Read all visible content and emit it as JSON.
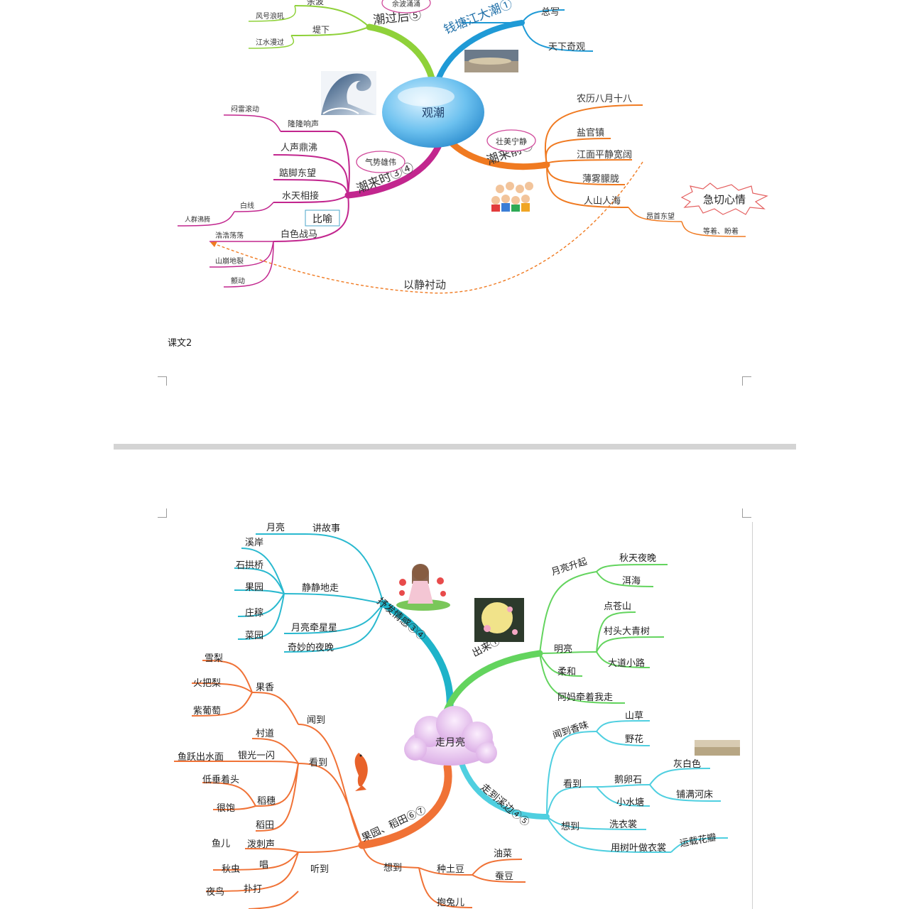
{
  "caption": "课文2",
  "map1": {
    "center": "观潮",
    "b1": {
      "label": "钱塘江大潮①",
      "leaves": [
        "总写",
        "天下奇观"
      ]
    },
    "b2": {
      "label": "潮来前②",
      "tag": "壮美宁静",
      "leaves": [
        "农历八月十八",
        "盐官镇",
        "江面平静宽阔",
        "薄雾朦胧",
        "人山人海"
      ],
      "sub": "昂首东望",
      "sub2": "等着、盼着",
      "emotion": "急切心情"
    },
    "b3": {
      "label": "潮来时③④",
      "tag": "气势雄伟",
      "leaves": [
        "隆隆响声",
        "人声鼎沸",
        "踮脚东望",
        "水天相接",
        "白色战马"
      ],
      "l_sub1": "闷雷滚动",
      "l_sub2": "白线",
      "l_sub3": "人群沸腾",
      "l_sub4": "浩浩荡荡",
      "l_sub5": "山崩地裂",
      "l_sub6": "颤动",
      "box": "比喻"
    },
    "b4": {
      "label": "潮过后⑤",
      "tag": "余波涌涌",
      "leaves": [
        "余波",
        "堤下"
      ],
      "l_sub1": "风号浪吼",
      "l_sub2": "江水漫过"
    },
    "dash": "以静衬动"
  },
  "map2": {
    "center": "走月亮",
    "b1": {
      "label": "抒发情感③④",
      "leaves": [
        "讲故事",
        "静静地走",
        "月亮牵星星",
        "奇妙的夜晚"
      ],
      "s1": "月亮",
      "s2": [
        "溪岸",
        "石拱桥",
        "果园",
        "庄稼",
        "菜园"
      ]
    },
    "b2": {
      "label": "出来①②③",
      "leaves": [
        "月亮升起",
        "明亮",
        "柔和",
        "阿妈牵着我走"
      ],
      "s1": [
        "秋天夜晚",
        "洱海"
      ],
      "s2": [
        "点苍山",
        "村头大青树",
        "大道小路"
      ]
    },
    "b3": {
      "label": "走到溪边④⑤",
      "leaves": [
        "闻到香味",
        "看到",
        "想到"
      ],
      "s1": [
        "山草",
        "野花"
      ],
      "s2": [
        "鹅卵石",
        "小水塘"
      ],
      "s3": [
        "灰白色",
        "铺满河床"
      ],
      "s4": [
        "洗衣裳",
        "用树叶做衣裳"
      ],
      "s5": "运载花瓣"
    },
    "b4": {
      "label": "果园、稻田⑥⑦",
      "leaves": [
        "闻到",
        "看到",
        "听到",
        "想到"
      ],
      "s1": "果香",
      "s1a": [
        "雪梨",
        "火把梨",
        "紫葡萄"
      ],
      "s2": [
        "村道",
        "银光一闪",
        "稻穗",
        "稻田"
      ],
      "s2a": [
        "鱼跃出水面",
        "低垂着头",
        "很饱"
      ],
      "s3": [
        "泼刺声",
        "唱",
        "扑打"
      ],
      "s3a": [
        "鱼儿",
        "秋虫",
        "夜鸟"
      ],
      "s4": [
        "种土豆",
        "抱兔儿"
      ],
      "s4a": [
        "油菜",
        "蚕豆"
      ]
    }
  }
}
